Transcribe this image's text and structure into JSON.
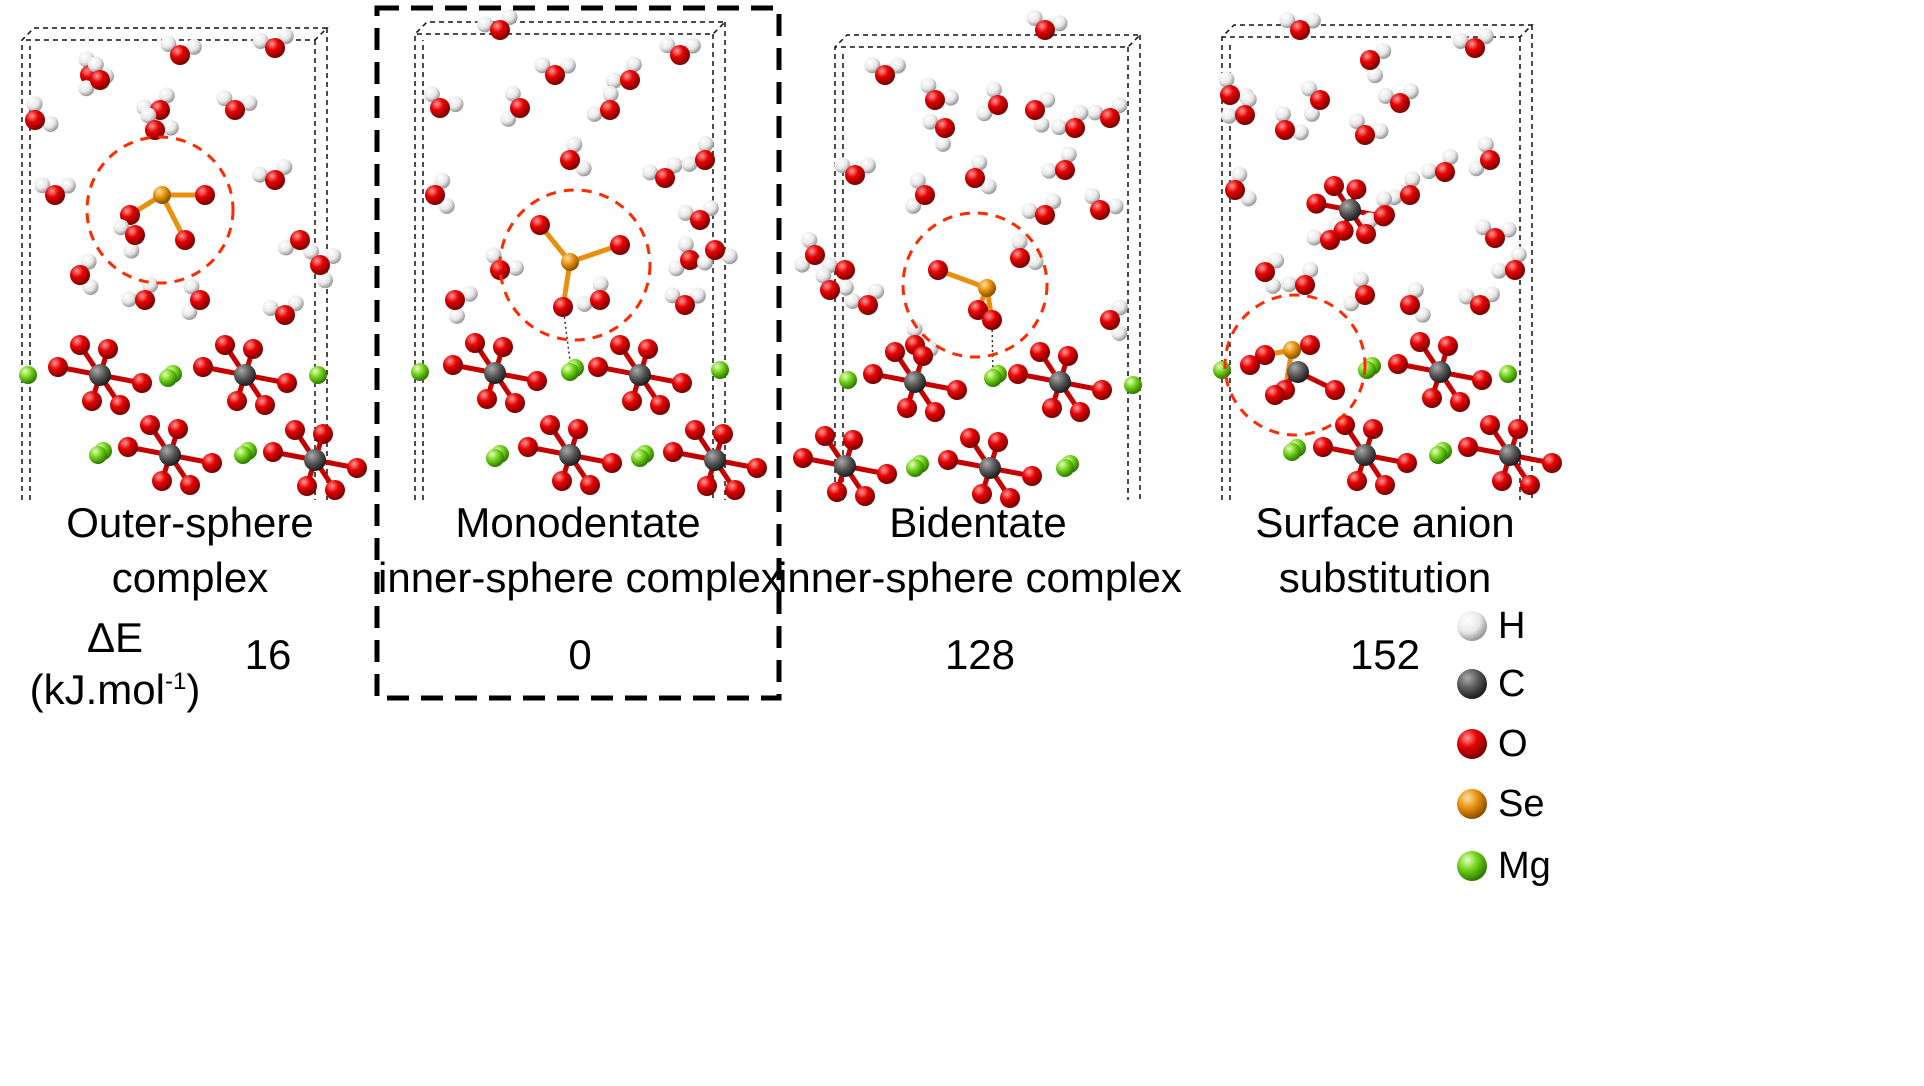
{
  "panels": [
    {
      "id": "outer",
      "label_lines": [
        "Outer-sphere",
        "complex"
      ],
      "energy": "16",
      "highlighted": false
    },
    {
      "id": "mono",
      "label_lines": [
        "Monodentate",
        "inner-sphere complex"
      ],
      "energy": "0",
      "highlighted": true
    },
    {
      "id": "bi",
      "label_lines": [
        "Bidentate",
        "inner-sphere complex"
      ],
      "energy": "128",
      "highlighted": false
    },
    {
      "id": "sub",
      "label_lines": [
        "Surface anion",
        "substitution"
      ],
      "energy": "152",
      "highlighted": false
    }
  ],
  "energy_label": {
    "line1": "ΔE",
    "unit_prefix": "(kJ.mol",
    "unit_sup": "-1",
    "unit_suffix": ")"
  },
  "legend": [
    {
      "element": "H",
      "color": "#eeeeee"
    },
    {
      "element": "C",
      "color": "#555555"
    },
    {
      "element": "O",
      "color": "#e60000"
    },
    {
      "element": "Se",
      "color": "#e8900c"
    },
    {
      "element": "Mg",
      "color": "#6fd016"
    }
  ]
}
